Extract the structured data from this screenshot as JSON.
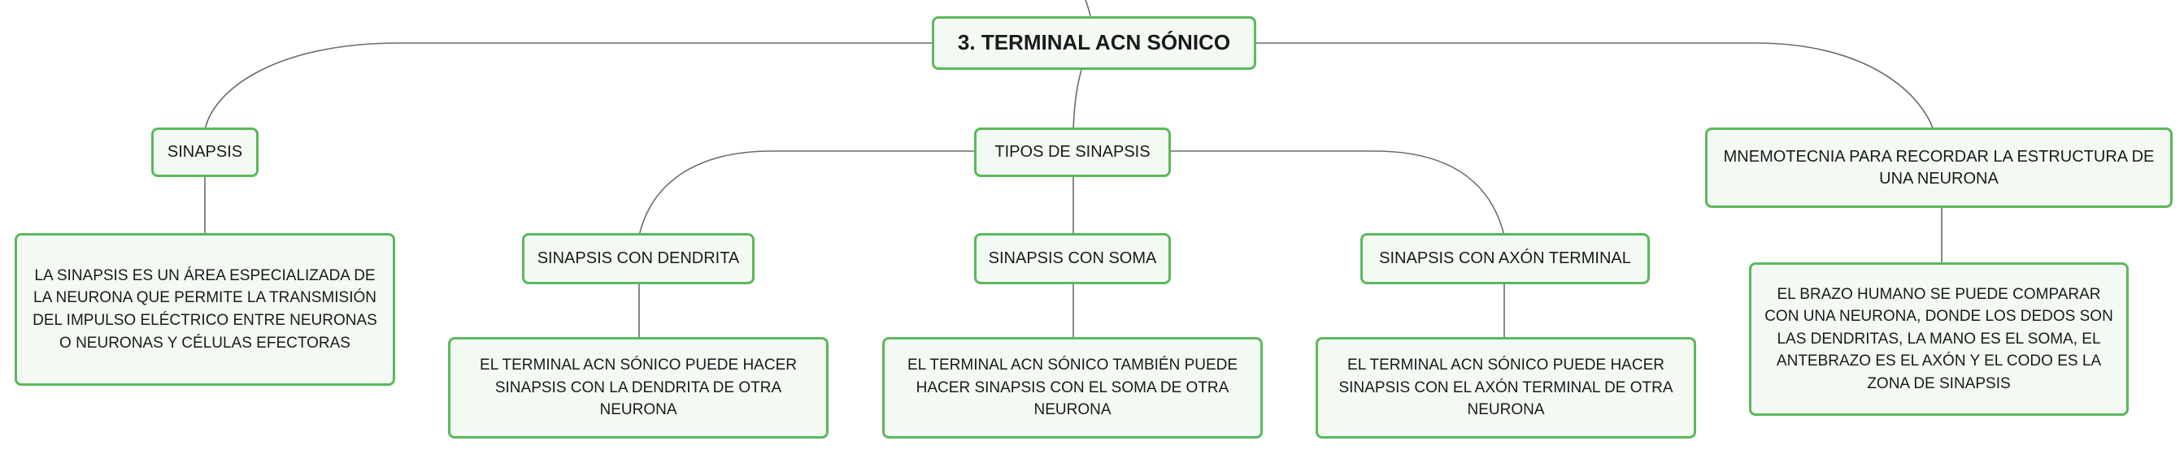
{
  "nodes": {
    "root": "3. TERMINAL ACN SÓNICO",
    "sinapsis": "SINAPSIS",
    "sinapsis_desc": "LA SINAPSIS ES UN ÁREA ESPECIALIZADA DE LA NEURONA QUE PERMITE LA TRANSMISIÓN DEL IMPULSO ELÉCTRICO ENTRE NEURONAS O NEURONAS Y CÉLULAS EFECTORAS",
    "tipos": "TIPOS DE SINAPSIS",
    "dendrita": "SINAPSIS CON DENDRITA",
    "dendrita_desc": "EL TERMINAL ACN SÓNICO PUEDE HACER SINAPSIS CON LA DENDRITA DE OTRA NEURONA",
    "soma": "SINAPSIS CON SOMA",
    "soma_desc": "EL TERMINAL ACN SÓNICO TAMBIÉN PUEDE HACER SINAPSIS CON EL SOMA DE OTRA NEURONA",
    "axon": "SINAPSIS CON AXÓN TERMINAL",
    "axon_desc": "EL TERMINAL ACN SÓNICO PUEDE HACER SINAPSIS CON EL AXÓN TERMINAL DE OTRA NEURONA",
    "mnemo": "MNEMOTECNIA PARA RECORDAR LA ESTRUCTURA DE UNA NEURONA",
    "mnemo_desc": "EL BRAZO HUMANO SE PUEDE COMPARAR CON UNA NEURONA, DONDE LOS DEDOS SON LAS DENDRITAS, LA MANO ES EL SOMA, EL ANTEBRAZO ES EL AXÓN Y EL CODO ES LA ZONA DE SINAPSIS"
  },
  "colors": {
    "node_border": "#5cb85c",
    "node_fill": "#f3faf3",
    "connector": "#6b6b6b"
  }
}
